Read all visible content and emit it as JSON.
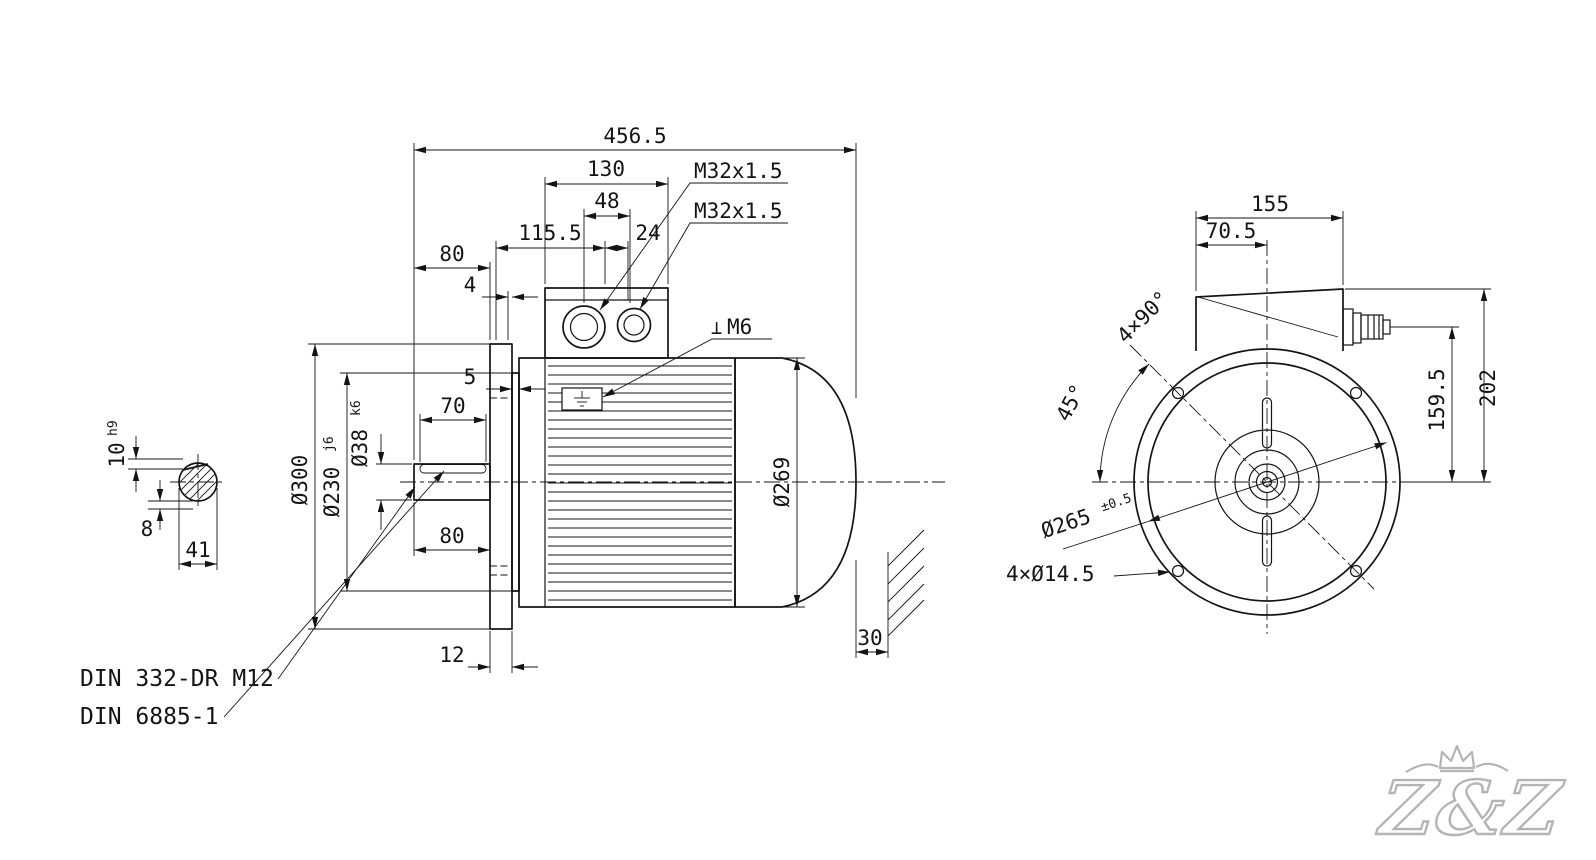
{
  "drawing": {
    "shaft_section": {
      "key_width": "10",
      "key_width_tol": "h9",
      "key_height": "8",
      "total_height": "41"
    },
    "side_view": {
      "overall_length": "456.5",
      "box_width": "130",
      "gland_spacing": "48",
      "gland_offset": "115.5",
      "gland_edge_offset": "24",
      "shaft_ext_top": "80",
      "flange_step": "4",
      "spigot_depth": "5",
      "keyway_length": "70",
      "shaft_ext_bottom": "80",
      "flange_thickness": "12",
      "wall_distance": "30",
      "gland_label_top": "M32x1.5",
      "gland_label_bottom": "M32x1.5",
      "earth_symbol": "⊥",
      "earth_thread": "M6",
      "flange_diameter": "Ø300",
      "spigot_diameter": "Ø230",
      "spigot_tol": "j6",
      "shaft_diameter": "Ø38",
      "shaft_tol": "k6",
      "frame_diameter": "Ø269",
      "centre_hole_note": "DIN 332-DR M12",
      "key_note": "DIN 6885-1"
    },
    "front_view": {
      "box_width": "155",
      "box_offset": "70.5",
      "box_top_height": "202",
      "gland_height": "159.5",
      "hole_pattern": "4×90°",
      "first_hole_angle": "45°",
      "bolt_circle": "Ø265",
      "bolt_circle_tol": "±0.5",
      "hole_note": "4×Ø14.5"
    },
    "logo": {
      "text": "Z&Z"
    }
  }
}
